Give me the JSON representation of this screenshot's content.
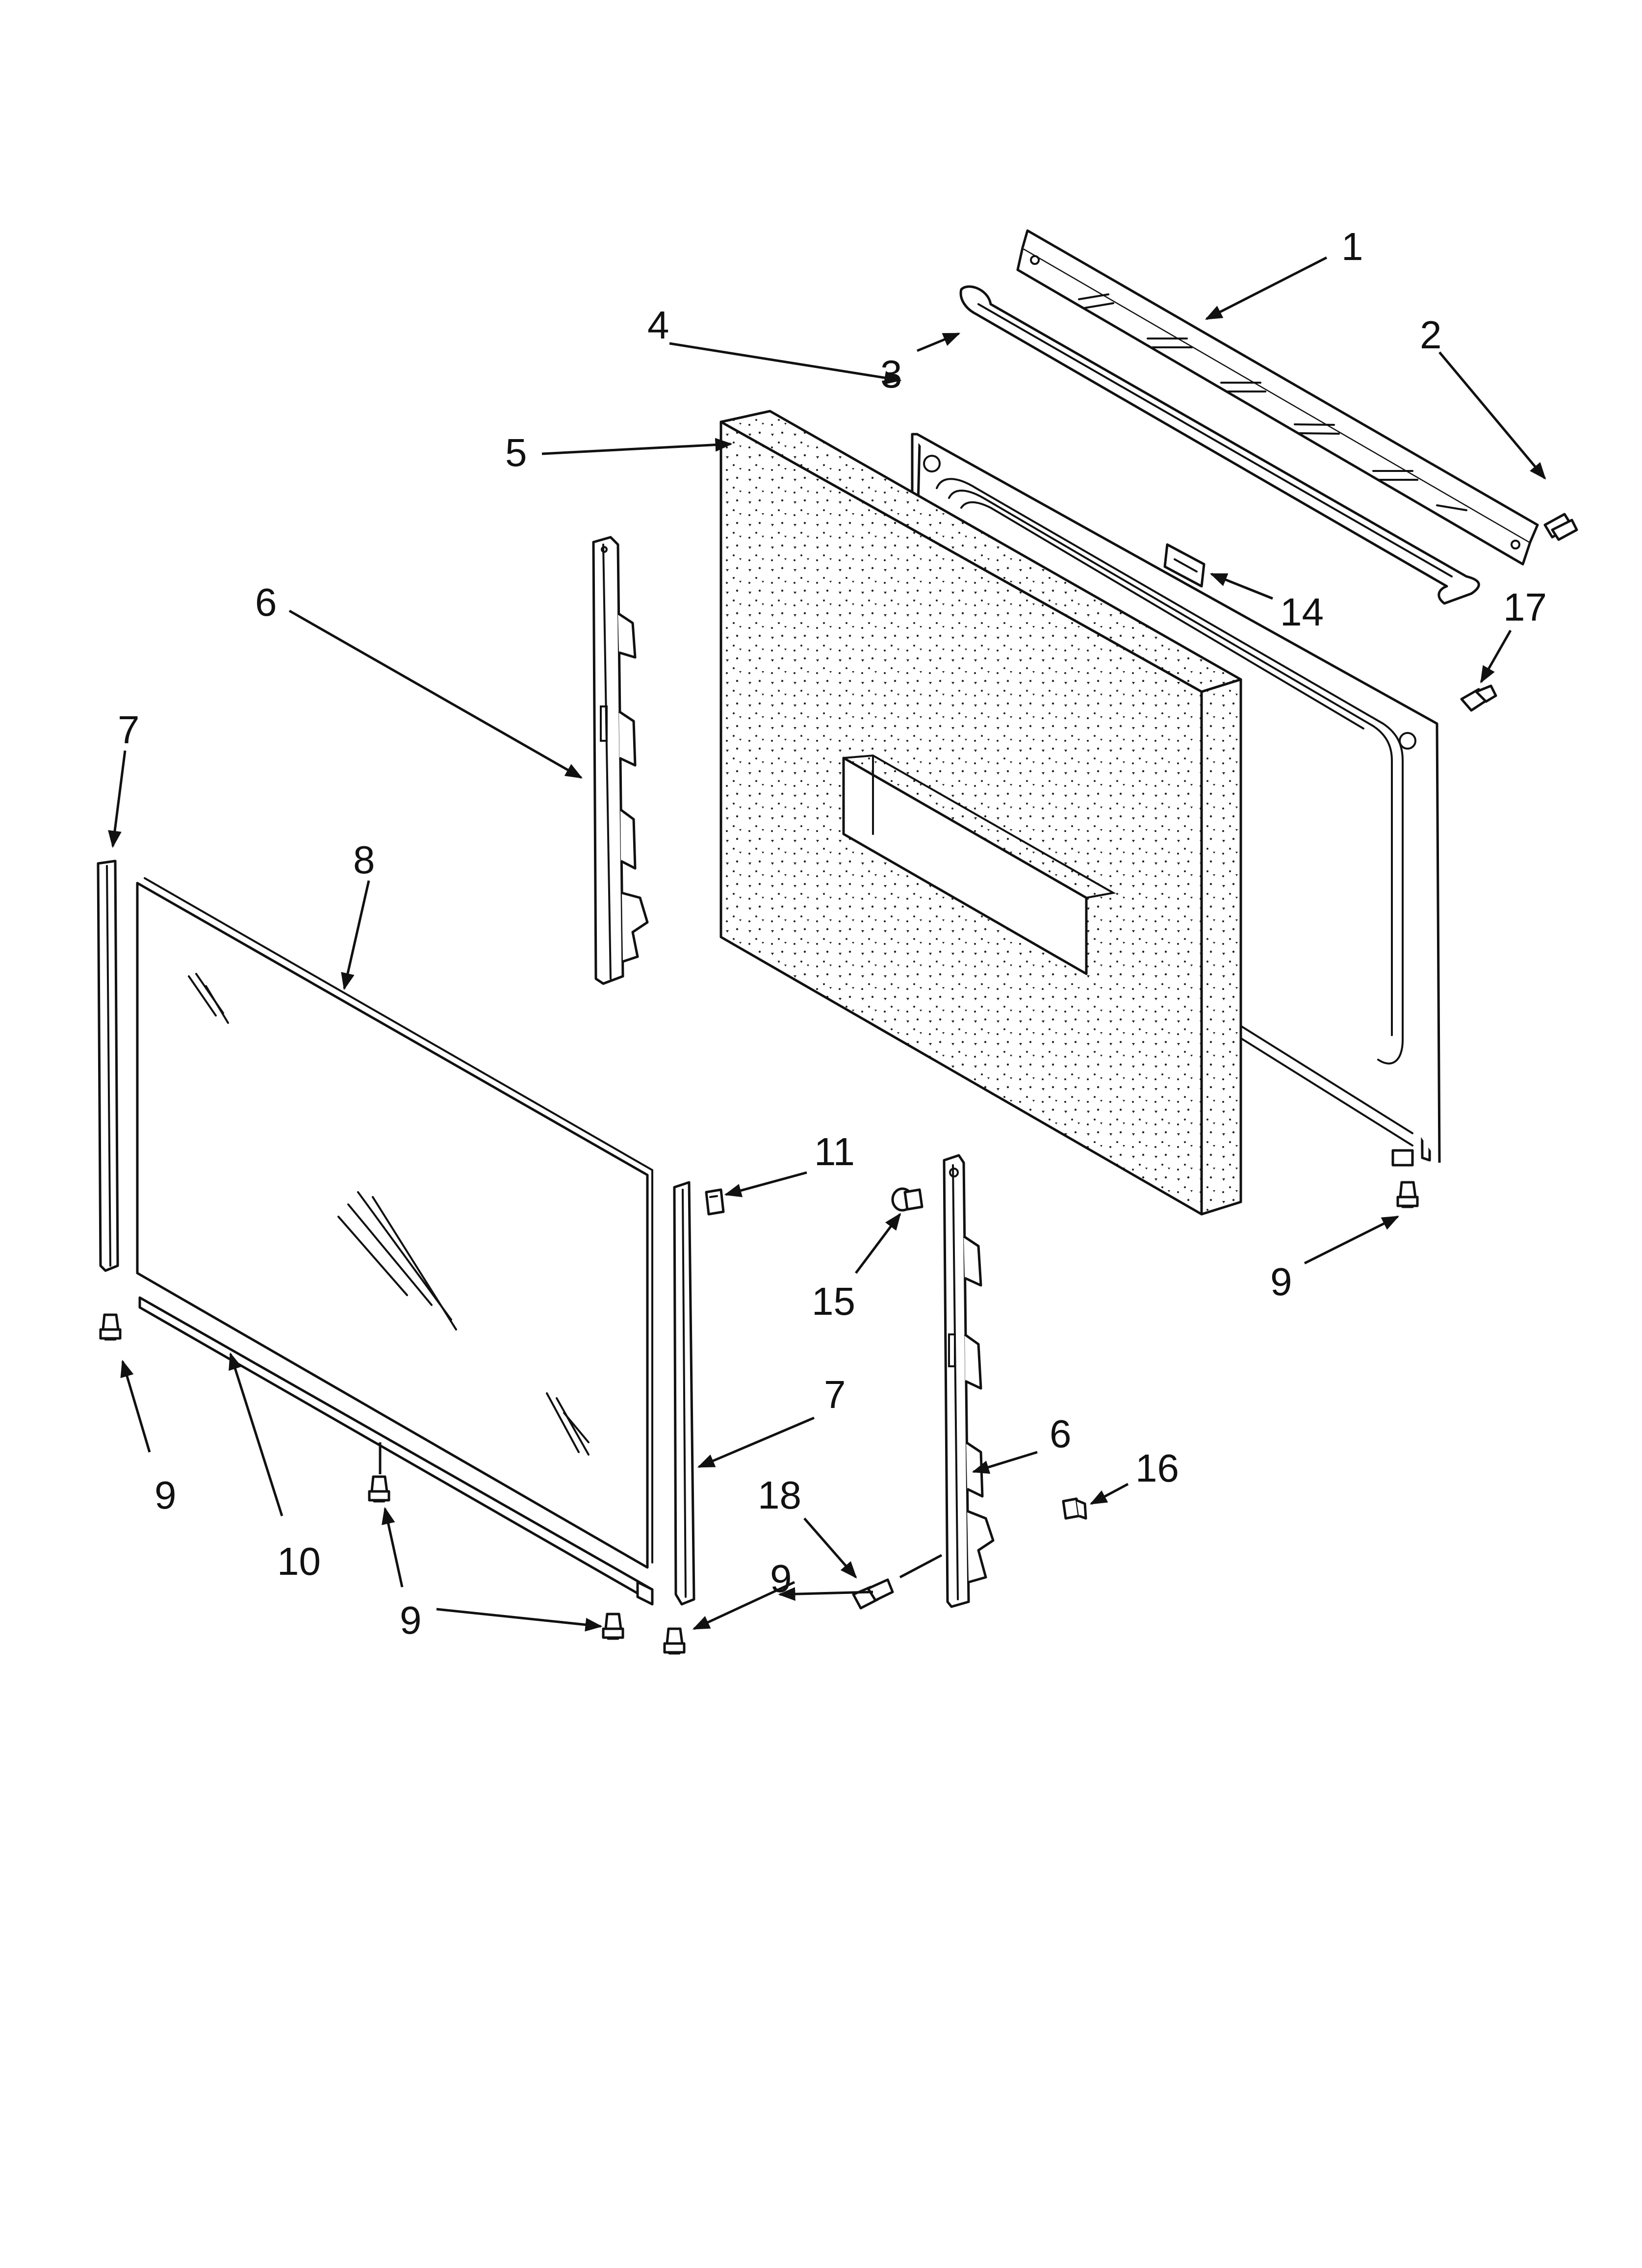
{
  "callouts": [
    {
      "id": "c1",
      "text": "1"
    },
    {
      "id": "c2",
      "text": "2"
    },
    {
      "id": "c3",
      "text": "3"
    },
    {
      "id": "c4",
      "text": "4"
    },
    {
      "id": "c5",
      "text": "5"
    },
    {
      "id": "c6a",
      "text": "6"
    },
    {
      "id": "c7a",
      "text": "7"
    },
    {
      "id": "c8",
      "text": "8"
    },
    {
      "id": "c14",
      "text": "14"
    },
    {
      "id": "c17",
      "text": "17"
    },
    {
      "id": "c11",
      "text": "11"
    },
    {
      "id": "c15",
      "text": "15"
    },
    {
      "id": "c9a",
      "text": "9"
    },
    {
      "id": "c7b",
      "text": "7"
    },
    {
      "id": "c6b",
      "text": "6"
    },
    {
      "id": "c16",
      "text": "16"
    },
    {
      "id": "c9b",
      "text": "9"
    },
    {
      "id": "c10",
      "text": "10"
    },
    {
      "id": "c18",
      "text": "18"
    },
    {
      "id": "c9c",
      "text": "9"
    },
    {
      "id": "c9d",
      "text": "9"
    }
  ]
}
